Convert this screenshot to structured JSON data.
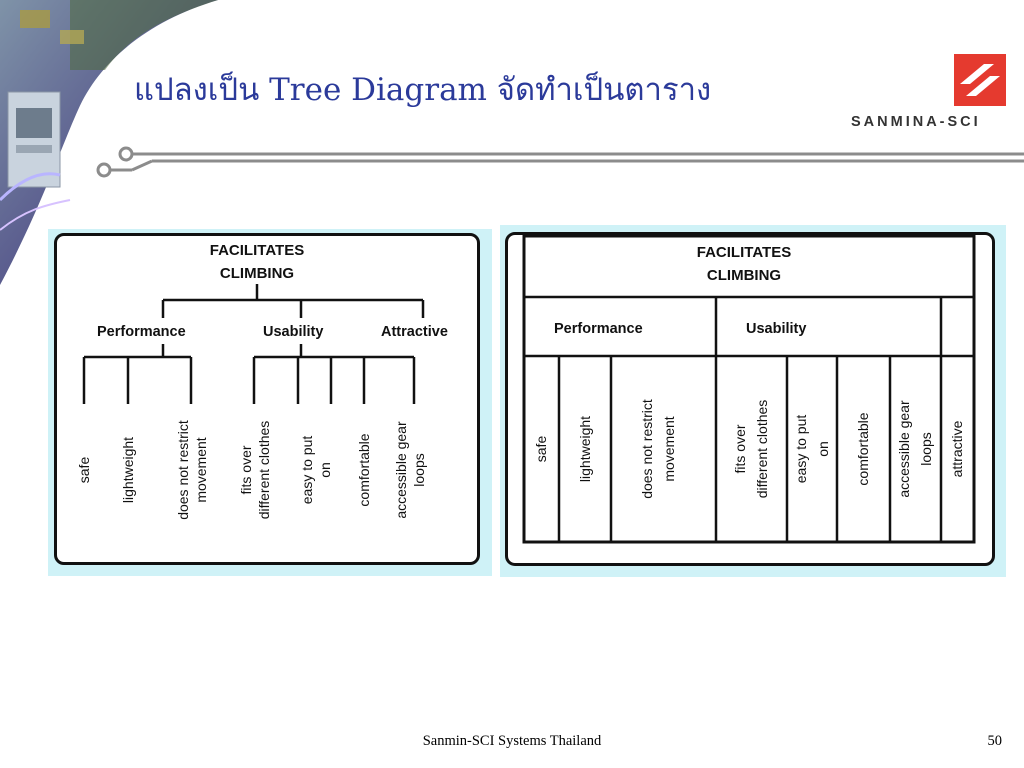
{
  "slide": {
    "title": "แปลงเป็น Tree Diagram จัดทำเป็นตาราง",
    "logo_text": "SANMINA-SCI",
    "footer": "Sanmin-SCI Systems Thailand",
    "page_number": "50",
    "accent_color": "#2b3a9a",
    "logo_color": "#e53a2f"
  },
  "tree": {
    "root": [
      "FACILITATES",
      "CLIMBING"
    ],
    "branches": [
      {
        "label": "Performance",
        "leaves": [
          [
            "safe"
          ],
          [
            "lightweight"
          ],
          [
            "does not restrict",
            "movement"
          ]
        ]
      },
      {
        "label": "Usability",
        "leaves": [
          [
            "fits over",
            "different clothes"
          ],
          [
            "easy to put",
            "on"
          ],
          [
            "comfortable"
          ],
          [
            "accessible gear",
            "loops"
          ]
        ]
      },
      {
        "label": "Attractive",
        "leaves": []
      }
    ]
  },
  "table": {
    "root": [
      "FACILITATES",
      "CLIMBING"
    ],
    "headers": [
      "Performance",
      "Usability"
    ],
    "leaves": [
      [
        "safe"
      ],
      [
        "lightweight"
      ],
      [
        "does not restrict",
        "movement"
      ],
      [
        "fits over",
        "different clothes"
      ],
      [
        "easy to put",
        "on"
      ],
      [
        "comfortable"
      ],
      [
        "accessible gear",
        "loops"
      ],
      [
        "attractive"
      ]
    ]
  }
}
